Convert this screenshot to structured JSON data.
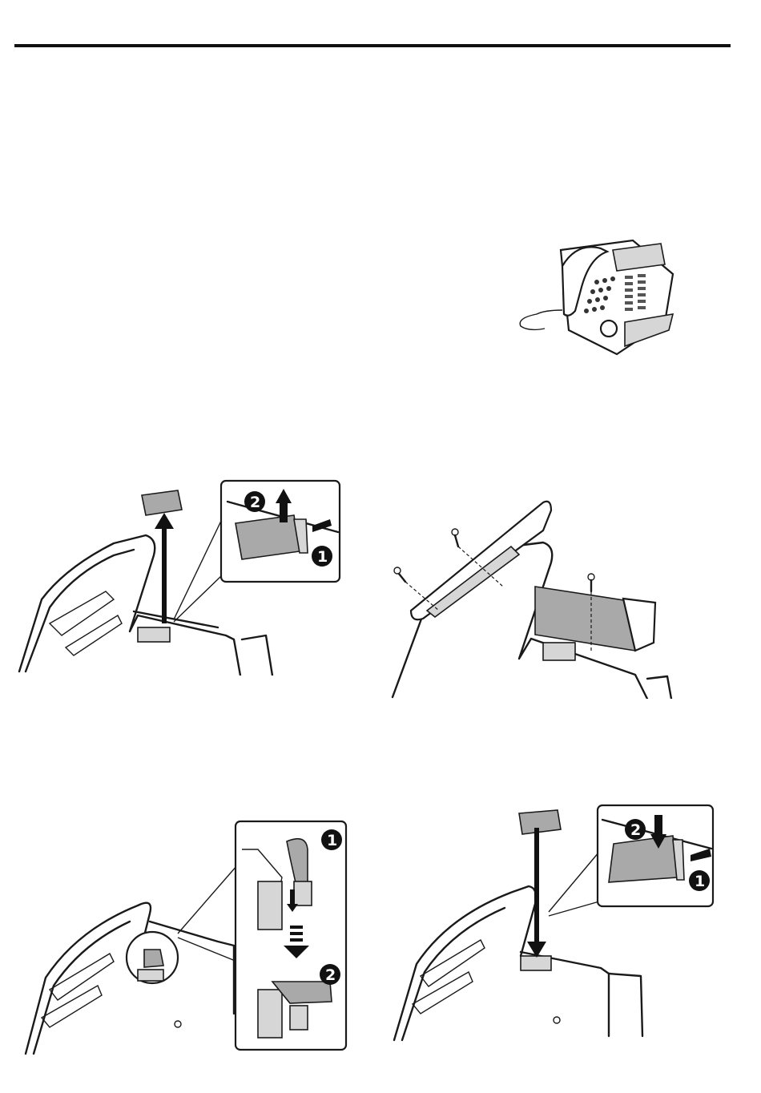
{
  "figures": {
    "phone": {
      "icon": "telephone-illustration"
    },
    "step_remove_cover": {
      "callouts": [
        "1",
        "2"
      ]
    },
    "step_attach_module": {
      "icon": "screws"
    },
    "step_connect_cable": {
      "callouts": [
        "1",
        "2"
      ]
    },
    "step_replace_cover": {
      "callouts": [
        "1",
        "2"
      ]
    }
  }
}
